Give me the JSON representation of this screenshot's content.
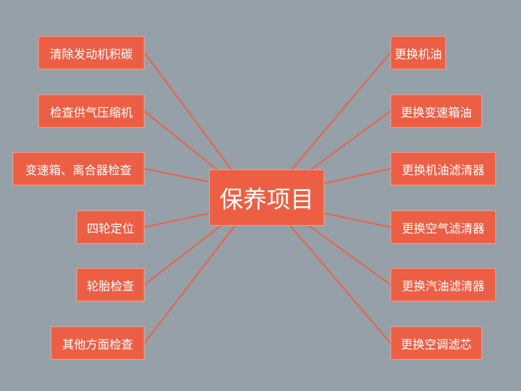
{
  "center": "保养项目",
  "left_items": [
    "清除发动机积碳",
    "检查供气压缩机",
    "变速箱、离合器检查",
    "四轮定位",
    "轮胎检查",
    "其他方面检查"
  ],
  "right_items": [
    "更换机油",
    "更换变速箱油",
    "更换机油滤清器",
    "更换空气滤清器",
    "更换汽油滤清器",
    "更换空调滤芯"
  ],
  "colors": {
    "background": "#96a0a8",
    "node": "#ec5f45",
    "line": "#ec5f45",
    "text": "#ffffff"
  }
}
